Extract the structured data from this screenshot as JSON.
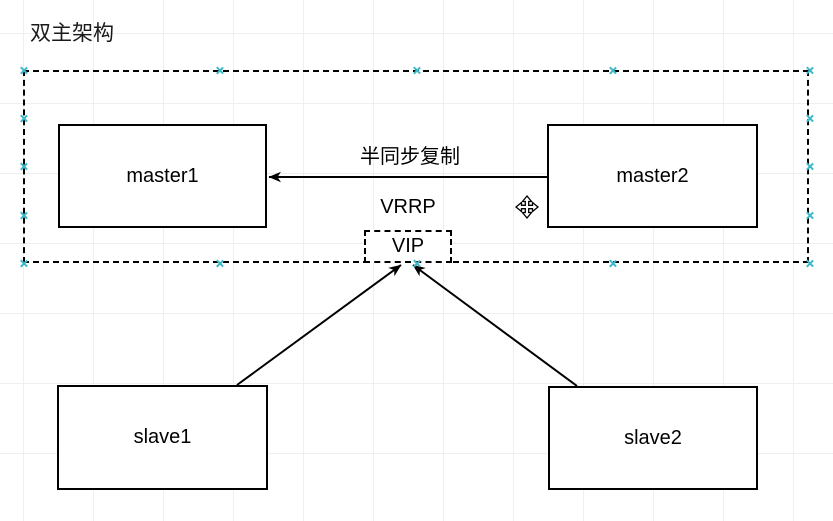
{
  "title": "双主架构",
  "nodes": {
    "master1": "master1",
    "master2": "master2",
    "slave1": "slave1",
    "slave2": "slave2",
    "vip": "VIP"
  },
  "edges": {
    "replication_label": "半同步复制",
    "vrrp_label": "VRRP"
  },
  "icons": {
    "move_cursor": "four-way-move-arrows",
    "selection_handle": "small-x-mark"
  },
  "colors": {
    "stroke": "#000000",
    "node_fill": "#ffffff",
    "selection_handle": "#3db8c8",
    "grid": "#efefef",
    "background": "#ffffff"
  }
}
